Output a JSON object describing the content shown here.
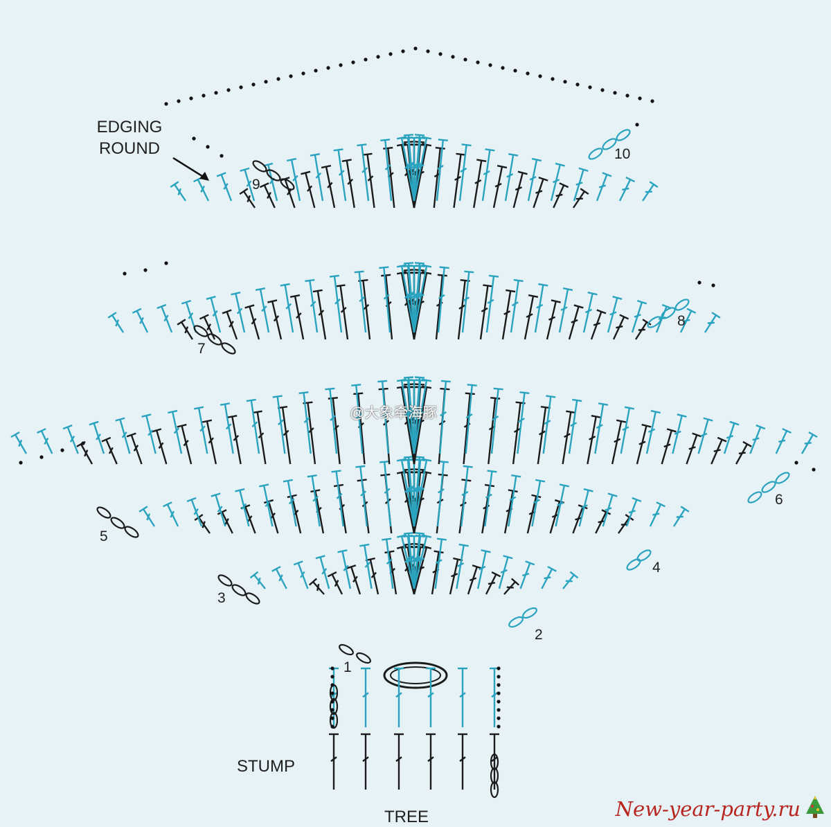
{
  "labels": {
    "edging_line1": "EDGING",
    "edging_line2": "ROUND",
    "stump": "STUMP",
    "tree": "TREE",
    "watermark": "@大象牵海豚",
    "site": "New-year-party.ru"
  },
  "rounds": [
    {
      "label": "1",
      "color": "#1b1b1b"
    },
    {
      "label": "2",
      "color": "#2aa3bf"
    },
    {
      "label": "3",
      "color": "#1b1b1b"
    },
    {
      "label": "4",
      "color": "#2aa3bf"
    },
    {
      "label": "5",
      "color": "#1b1b1b"
    },
    {
      "label": "6",
      "color": "#2aa3bf"
    },
    {
      "label": "7",
      "color": "#1b1b1b"
    },
    {
      "label": "8",
      "color": "#2aa3bf"
    },
    {
      "label": "9",
      "color": "#1b1b1b"
    },
    {
      "label": "10",
      "color": "#2aa3bf"
    }
  ],
  "colors": {
    "background": "#e6f2f6",
    "black_stitch": "#1b1b1b",
    "blue_stitch": "#2aa3bf",
    "site_text": "#b8251f"
  },
  "icons": [
    "arrow-icon",
    "christmas-tree-icon",
    "foundation-ring"
  ]
}
